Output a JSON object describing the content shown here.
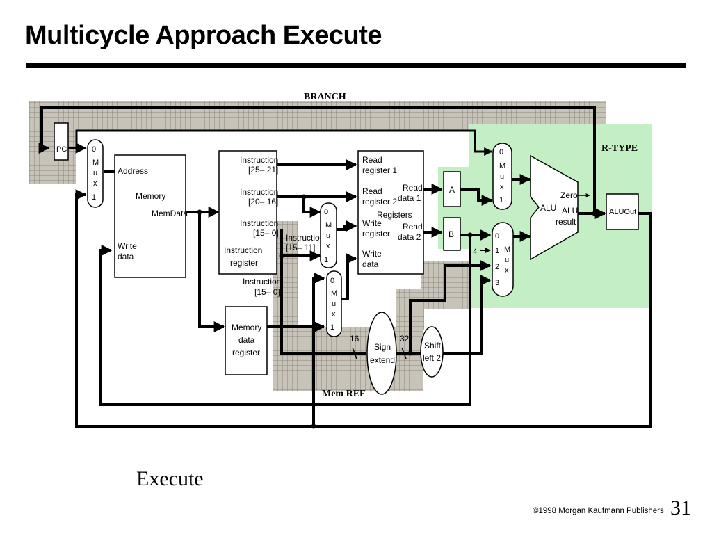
{
  "slide": {
    "title": "Multicycle Approach Execute",
    "caption": "Execute",
    "copyright": "©1998 Morgan Kaufmann Publishers",
    "page_number": "31"
  },
  "diagram": {
    "regions": {
      "branch": "BRANCH",
      "rtype": "R-TYPE",
      "memref": "Mem REF"
    },
    "pc": {
      "label": "PC"
    },
    "mux_addr": {
      "in0": "0",
      "name": [
        "M",
        "u",
        "x"
      ],
      "in1": "1"
    },
    "memory": {
      "address": "Address",
      "name": "Memory",
      "memdata": "MemData",
      "write1": "Write",
      "write2": "data"
    },
    "instruction_register": {
      "f1a": "Instruction",
      "f1b": "[25– 21]",
      "f2a": "Instruction",
      "f2b": "[20– 16]",
      "f3a": "Instruction",
      "f3b": "[15– 0]",
      "name1": "Instruction",
      "name2": "register"
    },
    "instr_15_11": {
      "a": "Instruction",
      "b": "[15– 11]"
    },
    "instr_15_0": {
      "a": "Instruction",
      "b": "[15– 0]"
    },
    "mux_regdst": {
      "in0": "0",
      "name": [
        "M",
        "u",
        "x"
      ],
      "in1": "1"
    },
    "mux_memtoreg": {
      "in0": "0",
      "name": [
        "M",
        "u",
        "x"
      ],
      "in1": "1"
    },
    "registers": {
      "rr1a": "Read",
      "rr1b": "register 1",
      "rr2a": "Read",
      "rr2b": "register 2",
      "wra": "Write",
      "wrb": "register",
      "wda": "Write",
      "wdb": "data",
      "rd1a": "Read",
      "rd1b": "data 1",
      "rd2a": "Read",
      "rd2b": "data 2",
      "name": "Registers"
    },
    "reg_a": "A",
    "reg_b": "B",
    "mdr": {
      "a": "Memory",
      "b": "data",
      "c": "register"
    },
    "sign_extend": {
      "a": "Sign",
      "b": "extend",
      "in_bits": "16",
      "out_bits": "32"
    },
    "shift_left": {
      "a": "Shift",
      "b": "left 2"
    },
    "mux_alusrca": {
      "in0": "0",
      "name": [
        "M",
        "u",
        "x"
      ],
      "in1": "1"
    },
    "mux_alusrcb": {
      "in0": "0",
      "in1": "1",
      "in2": "2",
      "in3": "3",
      "name": [
        "M",
        "u",
        "x"
      ],
      "const4": "4"
    },
    "alu": {
      "name": "ALU",
      "zero": "Zero",
      "result1": "ALU",
      "result2": "result"
    },
    "aluout": "ALUOut"
  }
}
